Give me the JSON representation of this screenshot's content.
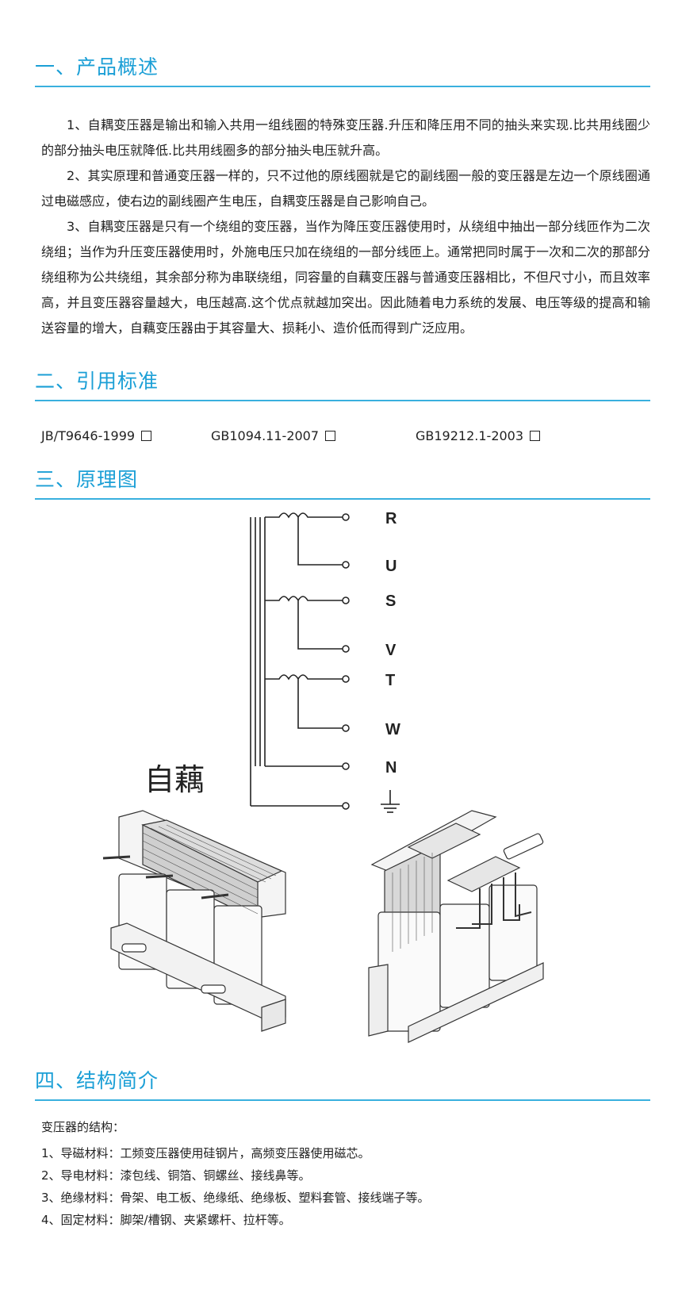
{
  "sections": {
    "overview": {
      "title": "一、产品概述"
    },
    "standards": {
      "title": "二、引用标准"
    },
    "principle": {
      "title": "三、原理图"
    },
    "structure": {
      "title": "四、结构简介"
    }
  },
  "overview_paragraphs": [
    "1、自耦变压器是输出和输入共用一组线圈的特殊变压器.升压和降压用不同的抽头来实现.比共用线圈少的部分抽头电压就降低.比共用线圈多的部分抽头电压就升高。",
    "2、其实原理和普通变压器一样的，只不过他的原线圈就是它的副线圈一般的变压器是左边一个原线圈通过电磁感应，使右边的副线圈产生电压，自耦变压器是自己影响自己。",
    "3、自耦变压器是只有一个绕组的变压器，当作为降压变压器使用时，从绕组中抽出一部分线匝作为二次绕组；当作为升压变压器使用时，外施电压只加在绕组的一部分线匝上。通常把同时属于一次和二次的那部分绕组称为公共绕组，其余部分称为串联绕组，同容量的自藕变压器与普通变压器相比，不但尺寸小，而且效率高，并且变压器容量越大，电压越高.这个优点就越加突出。因此随着电力系统的发展、电压等级的提高和输送容量的增大，自藕变压器由于其容量大、损耗小、造价低而得到广泛应用。"
  ],
  "standards": [
    "JB/T9646-1999",
    "GB1094.11-2007",
    "GB19212.1-2003"
  ],
  "diagram": {
    "terminals": [
      "R",
      "U",
      "S",
      "V",
      "T",
      "W",
      "N"
    ],
    "label": "自藕"
  },
  "structure": {
    "intro": "变压器的结构：",
    "items": [
      "1、导磁材料：工频变压器使用硅钢片，高频变压器使用磁芯。",
      "2、导电材料：漆包线、铜箔、铜螺丝、接线鼻等。",
      "3、绝缘材料：骨架、电工板、绝缘纸、绝缘板、塑料套管、接线端子等。",
      "4、固定材料：脚架/槽钢、夹紧螺杆、拉杆等。"
    ]
  },
  "colors": {
    "accent": "#1b9fd6",
    "text": "#222222"
  }
}
